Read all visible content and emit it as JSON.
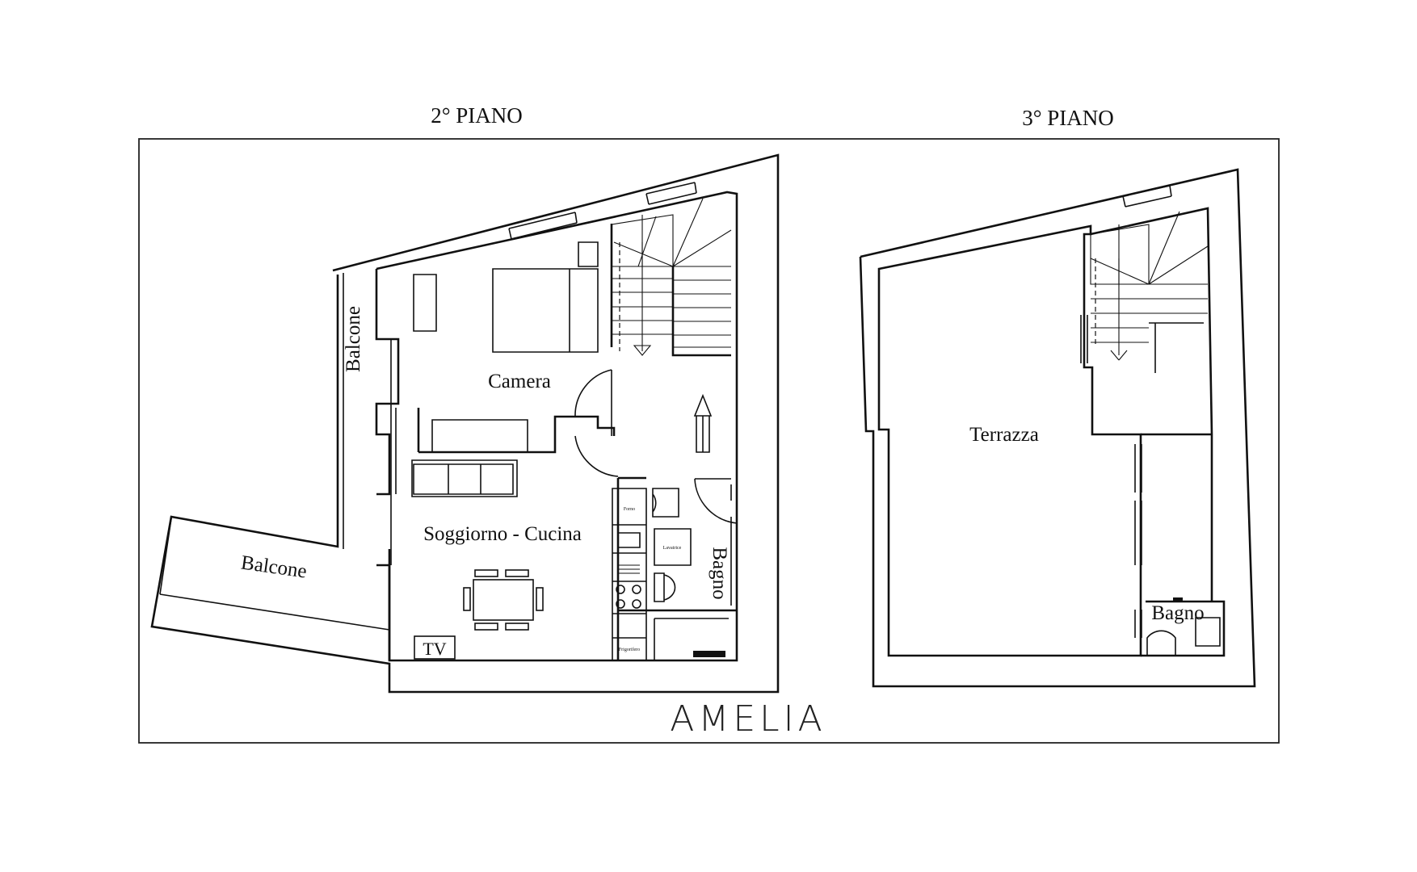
{
  "floors": {
    "second": {
      "title": "2° PIANO",
      "rooms": {
        "camera": "Camera",
        "soggiorno": "Soggiorno - Cucina",
        "bagno": "Bagno",
        "balcone_side": "Balcone",
        "balcone_main": "Balcone"
      },
      "fixtures": {
        "tv": "TV",
        "forno": "Forno",
        "lavatrice": "Lavatrice",
        "frigorifero": "Frigorifero"
      }
    },
    "third": {
      "title": "3° PIANO",
      "rooms": {
        "terrazza": "Terrazza",
        "bagno": "Bagno"
      }
    }
  },
  "property_name": "AMELIA"
}
